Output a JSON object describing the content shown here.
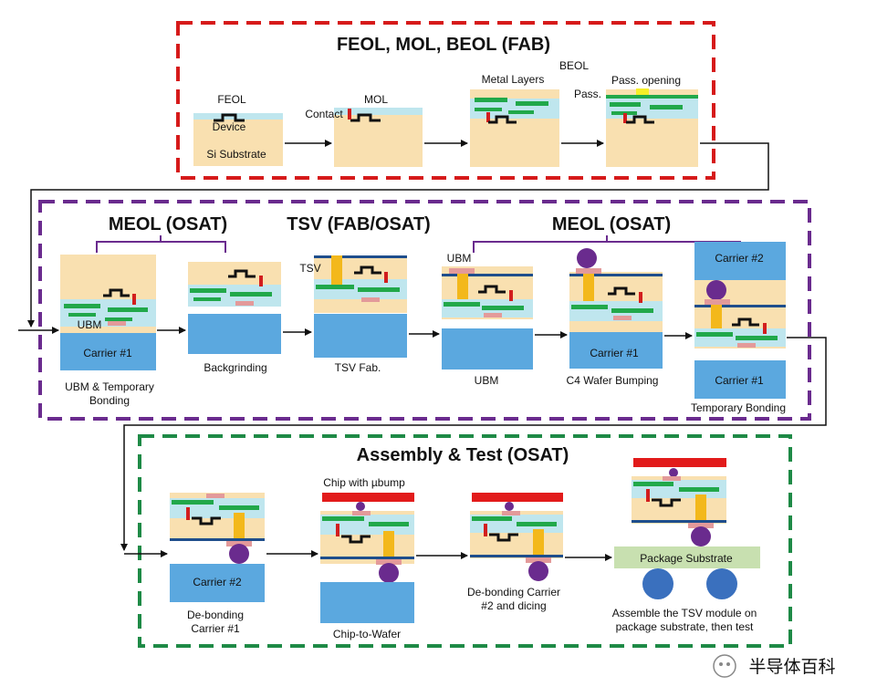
{
  "colors": {
    "fab_box": "#d61a1a",
    "meol_box": "#6a2b8e",
    "assembly_box": "#1e8a46",
    "fab_title": "#c41e1e",
    "meol_title": "#6a2b8e",
    "assembly_title": "#1e8a46",
    "substrate": "#f9e0b0",
    "passivation": "#bfe6ee",
    "metal": "#21a84a",
    "device": "#111111",
    "contact": "#d21e1e",
    "tsv": "#f3b81b",
    "carrier": "#5ba8df",
    "bump": "#6a2b8e",
    "ubm_pad": "#e39a9a",
    "chip": "#e21b1b",
    "package_substrate": "#c8e0b0",
    "ball": "#3a70be",
    "pass_opening": "#f5ef28"
  },
  "fab": {
    "title": "FEOL, MOL, BEOL (FAB)",
    "feol": {
      "label": "FEOL",
      "device": "Device",
      "si_substrate": "Si Substrate"
    },
    "mol": {
      "label": "MOL",
      "contact": "Contact"
    },
    "beol": {
      "metal_layers": "Metal Layers",
      "label": "BEOL",
      "pass_opening": "Pass. opening",
      "pass": "Pass."
    }
  },
  "meol": {
    "title_left": "MEOL (OSAT)",
    "title_tsv": "TSV (FAB/OSAT)",
    "title_right": "MEOL (OSAT)",
    "ubm_label": "UBM",
    "carrier1": "Carrier #1",
    "carrier2": "Carrier #2",
    "tsv_label": "TSV",
    "step1": "UBM & Temporary\nBonding",
    "step2": "Backgrinding",
    "step3": "TSV Fab.",
    "step4": "UBM",
    "step5": "C4 Wafer Bumping",
    "step6": "Temporary Bonding"
  },
  "assembly": {
    "title": "Assembly & Test (OSAT)",
    "carrier2": "Carrier #2",
    "chip_label": "Chip with µbump",
    "package_substrate": "Package Substrate",
    "step1": "De-bonding\nCarrier #1",
    "step2": "Chip-to-Wafer",
    "step3": "De-bonding Carrier\n#2 and dicing",
    "step4": "Assemble the TSV module on\npackage substrate, then test"
  },
  "watermark": {
    "text": "半导体百科"
  }
}
